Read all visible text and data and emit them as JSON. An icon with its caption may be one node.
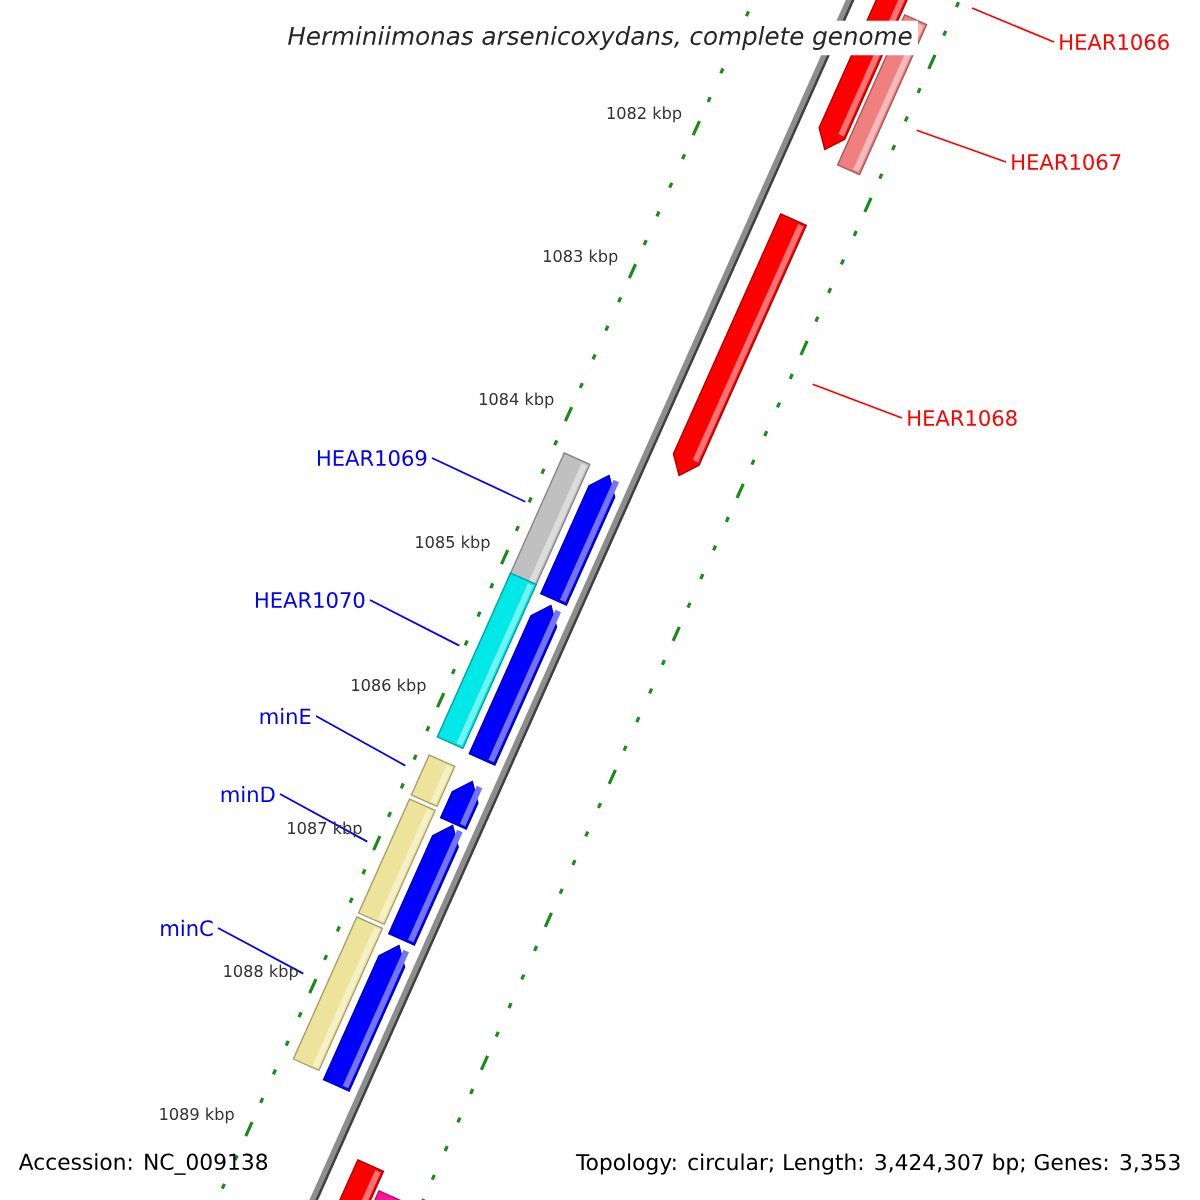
{
  "diagram": {
    "title": "Herminiimonas arsenicoxydans, complete genome",
    "nodes": [
      {
        "text": [
          "HEAR1066"
        ]
      },
      {
        "text": [
          "HEAR1067"
        ]
      },
      {
        "text": [
          "HEAR1068"
        ]
      },
      {
        "text": [
          "HEAR1069"
        ]
      },
      {
        "text": [
          "HEAR1070"
        ]
      },
      {
        "text": [
          "minE"
        ]
      },
      {
        "text": [
          "minD"
        ]
      },
      {
        "text": [
          "minC"
        ]
      },
      {
        "text": [],
        "shape": "bar"
      },
      {
        "text": [],
        "shape": "bar"
      },
      {
        "text": [],
        "shape": "bar"
      },
      {
        "text": [],
        "shape": "bar"
      },
      {
        "text": [],
        "shape": "bar"
      },
      {
        "text": [],
        "shape": "bar"
      },
      {
        "text": [],
        "shape": "bar"
      },
      {
        "text": [],
        "shape": "bar"
      },
      {
        "text": [],
        "shape": "bar"
      },
      {
        "text": [],
        "shape": "bar"
      },
      {
        "text": [],
        "shape": "bar"
      },
      {
        "text": [],
        "shape": "bar"
      },
      {
        "text": [],
        "shape": "bar"
      },
      {
        "text": [],
        "shape": "bar"
      },
      {
        "text": [],
        "shape": "bar"
      }
    ],
    "edges": [
      {
        "from": 0,
        "to": null,
        "arrow": "none",
        "color": "#ff0000"
      },
      {
        "from": 1,
        "to": 9,
        "arrow": "none",
        "color": "#ff0000"
      },
      {
        "from": 2,
        "to": 10,
        "arrow": "none",
        "color": "#ff0000"
      },
      {
        "from": 3,
        "to": 11,
        "arrow": "none"
      },
      {
        "from": 4,
        "to": 13,
        "arrow": "none"
      },
      {
        "from": 5,
        "to": 15,
        "arrow": "none"
      },
      {
        "from": 6,
        "to": 17,
        "arrow": "none"
      },
      {
        "from": 7,
        "to": 19,
        "arrow": "none"
      }
    ],
    "labels": [
      "1082 kbp",
      "1083 kbp",
      "1084 kbp",
      "1085 kbp",
      "1086 kbp",
      "1087 kbp",
      "1088 kbp",
      "1089 kbp",
      "Accession: NC_009138",
      "Topology: circular; Length: 3,424,307 bp; Genes: 3,353"
    ]
  }
}
